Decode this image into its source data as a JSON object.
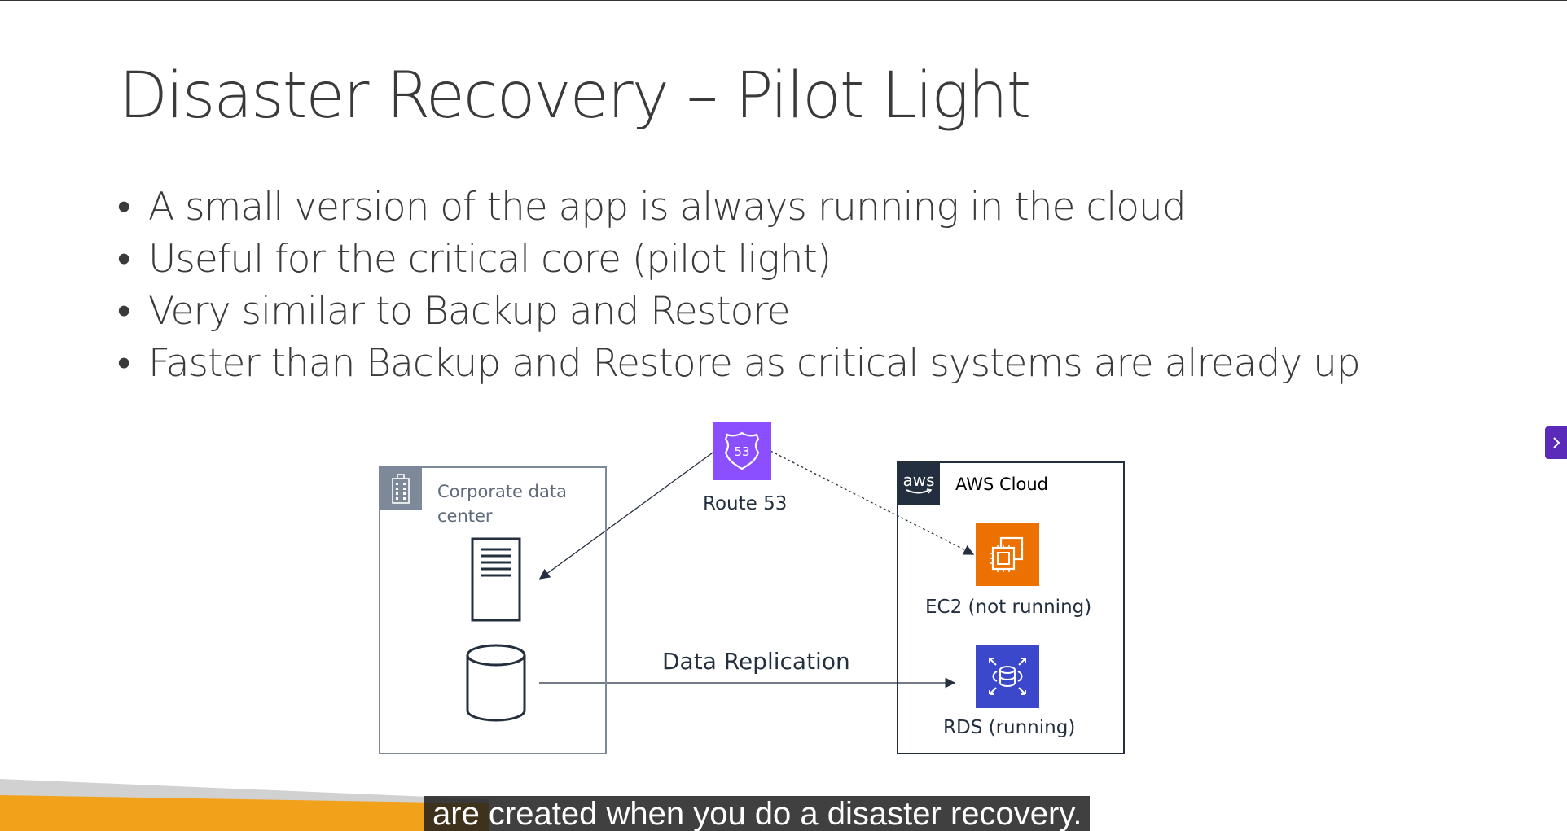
{
  "slide": {
    "title": "Disaster Recovery – Pilot Light",
    "bullets": [
      "A small version of the app is always running in the cloud",
      "Useful for the critical core (pilot light)",
      "Very similar to Backup and Restore",
      "Faster than Backup and Restore as critical systems are already up"
    ]
  },
  "diagram": {
    "corporate_label_line1": "Corporate data",
    "corporate_label_line2": "center",
    "route53_badge": "53",
    "route53_label": "Route 53",
    "aws_logo": "aws",
    "aws_cloud_label": "AWS Cloud",
    "ec2_label": "EC2 (not running)",
    "rds_label": "RDS (running)",
    "replication_label": "Data Replication",
    "icons": {
      "corporate": "building-icon",
      "server": "server-icon",
      "database": "database-icon",
      "route53": "route53-icon",
      "ec2": "ec2-icon",
      "rds": "rds-icon"
    },
    "colors": {
      "route53": "#8c4fff",
      "ec2": "#ed7100",
      "rds": "#3b48cc",
      "corporate_badge": "#7d8998",
      "aws_badge": "#232f3e",
      "orange_band": "#f2a21a"
    }
  },
  "player": {
    "caption": "are created when you do a disaster recovery.",
    "next_icon": "chevron-right-icon"
  }
}
